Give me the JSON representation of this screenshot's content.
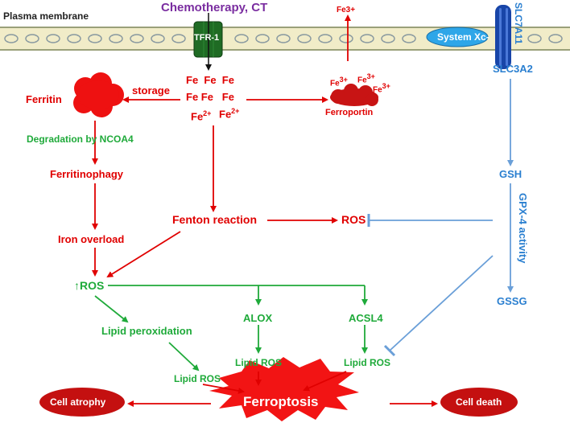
{
  "labels": {
    "plasma_membrane": "Plasma membrane",
    "chemotherapy": "Chemotherapy, CT",
    "tfr1": "TFR-1",
    "fe3_out": "Fe3+",
    "system_xc": "System Xc-",
    "slc7a11": "SLC7A11",
    "slc3a2": "SLC3A2",
    "storage": "storage",
    "ferritin": "Ferritin",
    "fe_row1": "Fe  Fe  Fe",
    "fe_row2": "Fe Fe   Fe",
    "fe2_a": "Fe",
    "fe2_b": "Fe",
    "charge_2plus": "2+",
    "fe3_a": "Fe",
    "fe3_b": "Fe",
    "fe3_c": "Fe",
    "charge_3plus": "3+",
    "ferroportin": "Ferroportin",
    "degradation": "Degradation by NCOA4",
    "ferritinophagy": "Ferritinophagy",
    "iron_overload": "Iron overload",
    "fenton": "Fenton reaction",
    "ros_mid": "ROS",
    "gsh": "GSH",
    "gpx4": "GPX-4 activity",
    "gssg": "GSSG",
    "ros_up": "ROS",
    "lipid_peroxidation": "Lipid peroxidation",
    "alox": "ALOX",
    "acsl4": "ACSL4",
    "lipid_ros_1": "Lipid ROS",
    "lipid_ros_2": "Lipid ROS",
    "lipid_ros_3": "Lipid ROS",
    "ferroptosis": "Ferroptosis",
    "cell_atrophy": "Cell atrophy",
    "cell_death": "Cell death"
  },
  "colors": {
    "red": "#e00000",
    "green": "#1faa3a",
    "blue": "#2a7fd0",
    "purple": "#7a2da0",
    "dark_red": "#b01010",
    "membrane": "#e8e2b8"
  }
}
